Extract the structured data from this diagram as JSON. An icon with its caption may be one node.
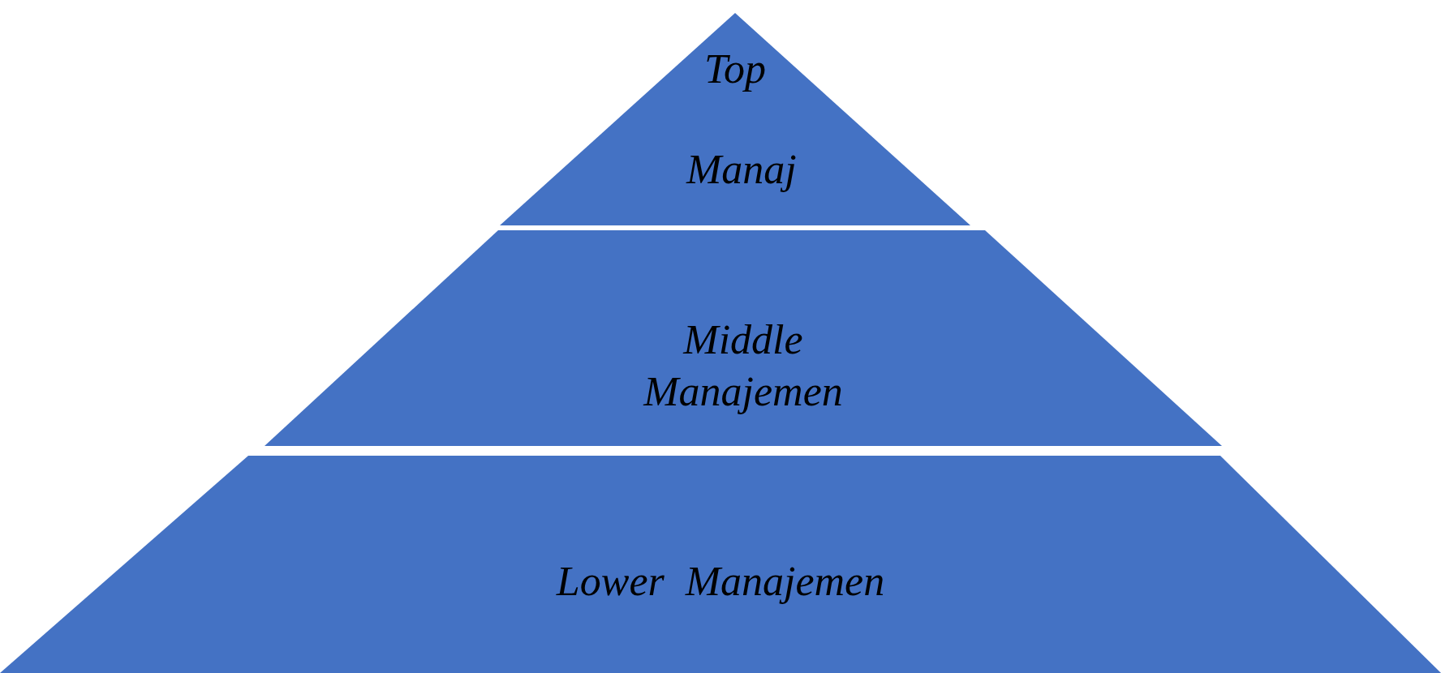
{
  "diagram": {
    "nodes": [
      {
        "text": [
          "Top Manaj"
        ]
      },
      {
        "text": [
          "Middle Manajemen"
        ]
      },
      {
        "text": [
          "Lower  Manajemen"
        ]
      }
    ]
  }
}
